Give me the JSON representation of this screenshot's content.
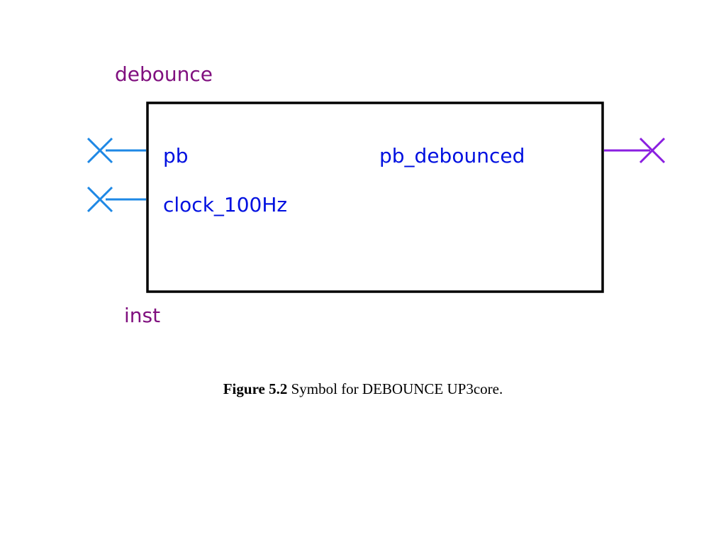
{
  "symbol": {
    "entity_name": "debounce",
    "instance_name": "inst",
    "inputs": [
      {
        "name": "pb"
      },
      {
        "name": "clock_100Hz"
      }
    ],
    "outputs": [
      {
        "name": "pb_debounced"
      }
    ]
  },
  "colors": {
    "entity_name": "#80107f",
    "instance_name": "#80107f",
    "port_label": "#0010e0",
    "input_pin": "#1e88e5",
    "output_pin": "#8a1ee0",
    "box_border": "#000000"
  },
  "caption": {
    "figure_label": "Figure 5.2",
    "text": " Symbol for DEBOUNCE UP3core."
  }
}
